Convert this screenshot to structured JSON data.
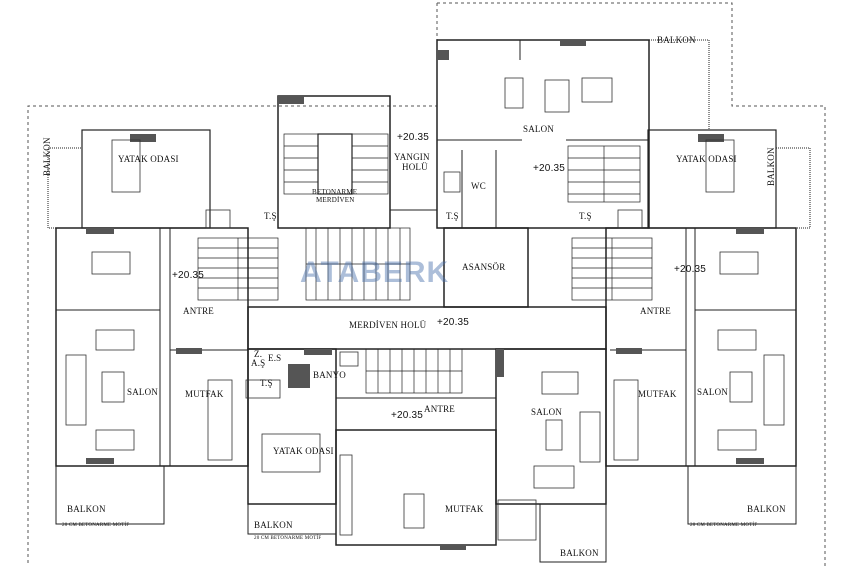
{
  "brand": {
    "watermark": "ATABERK"
  },
  "rooms": {
    "balkon_top_right": "BALKON",
    "salon_top": "SALON",
    "yangin_holu": "YANGIN",
    "yangin_holu_2": "HOLÜ",
    "betonarme_merdiven": "BETONARME",
    "betonarme_merdiven_2": "MERDİVEN",
    "yatak_left": "YATAK ODASI",
    "yatak_right": "YATAK ODASI",
    "balkon_left_top": "BALKON",
    "balkon_right_top": "BALKON",
    "wc": "WC",
    "ts_top_left": "T.Ş",
    "ts_top_mid": "T.Ş",
    "ts_top_right": "T.Ş",
    "asansor": "ASANSÖR",
    "antre_left": "ANTRE",
    "antre_right": "ANTRE",
    "antre_bottom": "ANTRE",
    "merdiven_holu": "MERDİVEN HOLÜ",
    "salon_left": "SALON",
    "salon_right": "SALON",
    "salon_bottom": "SALON",
    "mutfak_left": "MUTFAK",
    "mutfak_right": "MUTFAK",
    "mutfak_bottom": "MUTFAK",
    "banyo": "BANYO",
    "z_as": "Z.",
    "z_as_2": "A.Ş",
    "es": "E.S",
    "ts_mid": "T.Ş",
    "yatak_bottom": "YATAK ODASI",
    "balkon_bottom_left": "BALKON",
    "balkon_bottom_right": "BALKON",
    "balkon_bottom_center": "BALKON",
    "balkon_bottom_mid": "BALKON"
  },
  "elevations": {
    "e1": "+20.35",
    "e2": "+20.35",
    "e3": "+20.35",
    "e4": "+20.35",
    "e5": "+20.35",
    "e6": "+20.35"
  },
  "notes": {
    "motif_left": "20 CM BETONARME MOTİF",
    "motif_right": "20 CM BETONARME MOTİF",
    "motif_bottom": "20 CM BETONARME MOTİF"
  }
}
